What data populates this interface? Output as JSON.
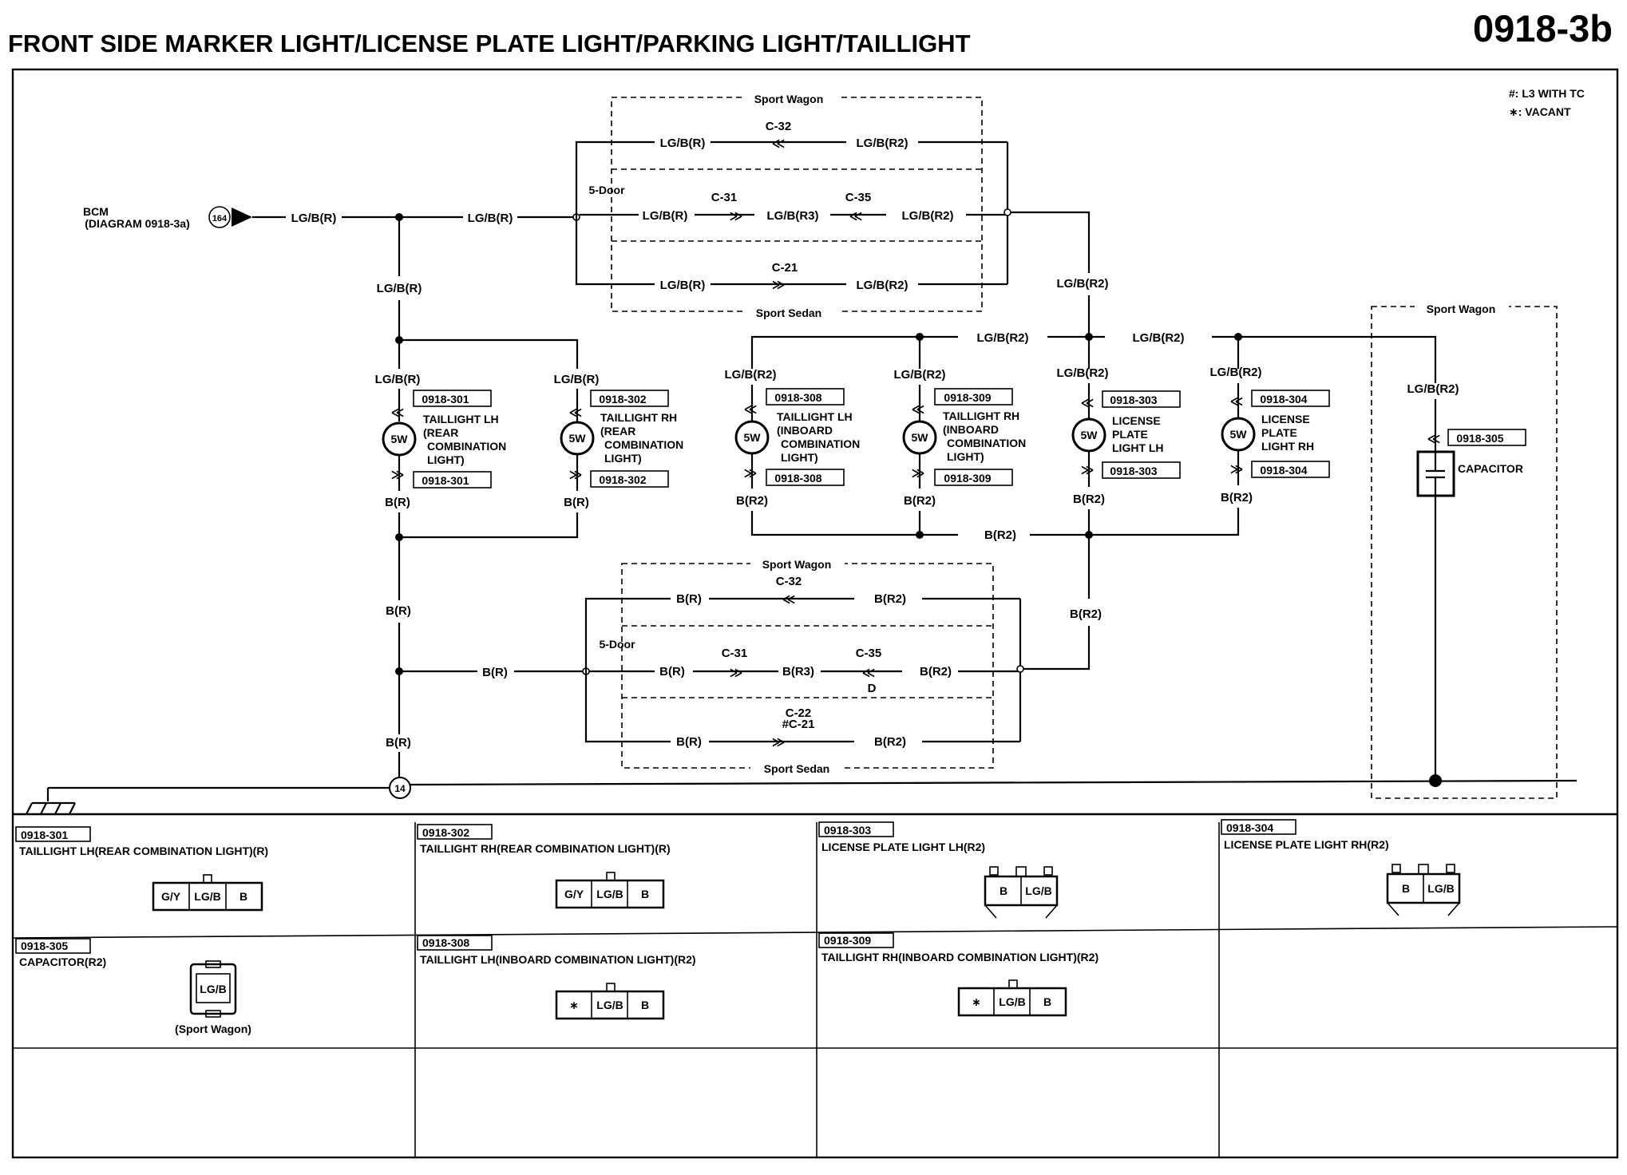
{
  "header": {
    "title": "FRONT SIDE MARKER LIGHT/LICENSE PLATE LIGHT/PARKING LIGHT/TAILLIGHT",
    "page_number": "0918-3b"
  },
  "legend": {
    "hash": "#: L3 WITH TC",
    "star": "∗: VACANT"
  },
  "source": {
    "name": "BCM",
    "diagram_ref": "(DIAGRAM  0918-3a)",
    "terminal": "164",
    "wire": "LG/B(R)"
  },
  "wires": {
    "lgbr": "LG/B(R)",
    "lgbr2": "LG/B(R2)",
    "lgbr3": "LG/B(R3)",
    "br": "B(R)",
    "br2": "B(R2)",
    "br3": "B(R3)"
  },
  "variants": {
    "sport_wagon": "Sport Wagon",
    "sport_sedan": "Sport Sedan",
    "five_door": "5-Door"
  },
  "connectors": {
    "c32": "C-32",
    "c31": "C-31",
    "c35": "C-35",
    "c21": "C-21",
    "c22": "C-22",
    "c21_hash": "#C-21",
    "d": "D"
  },
  "bulbs": [
    {
      "rating": "5W",
      "ref": "0918-301",
      "name": "TAILLIGHT LH",
      "desc": [
        "TAILLIGHT LH",
        "(REAR",
        "COMBINATION",
        "LIGHT)"
      ]
    },
    {
      "rating": "5W",
      "ref": "0918-302",
      "name": "TAILLIGHT RH",
      "desc": [
        "TAILLIGHT RH",
        "(REAR",
        "COMBINATION",
        "LIGHT)"
      ]
    },
    {
      "rating": "5W",
      "ref": "0918-308",
      "name": "TAILLIGHT LH",
      "desc": [
        "TAILLIGHT LH",
        "(INBOARD",
        "COMBINATION",
        "LIGHT)"
      ]
    },
    {
      "rating": "5W",
      "ref": "0918-309",
      "name": "TAILLIGHT RH",
      "desc": [
        "TAILLIGHT RH",
        "(INBOARD",
        "COMBINATION",
        "LIGHT)"
      ]
    },
    {
      "rating": "5W",
      "ref": "0918-303",
      "name": "LICENSE PLATE LIGHT LH",
      "desc": [
        "LICENSE",
        "PLATE",
        "LIGHT LH"
      ]
    },
    {
      "rating": "5W",
      "ref": "0918-304",
      "name": "LICENSE PLATE LIGHT RH",
      "desc": [
        "LICENSE",
        "PLATE",
        "LIGHT RH"
      ]
    }
  ],
  "capacitor": {
    "ref": "0918-305",
    "name": "CAPACITOR",
    "wire": "LG/B(R2)"
  },
  "ground": {
    "point": "14"
  },
  "connector_table": [
    {
      "ref": "0918-301",
      "title": "TAILLIGHT LH(REAR COMBINATION LIGHT)(R)",
      "pins": [
        "G/Y",
        "LG/B",
        "B"
      ]
    },
    {
      "ref": "0918-302",
      "title": "TAILLIGHT RH(REAR COMBINATION LIGHT)(R)",
      "pins": [
        "G/Y",
        "LG/B",
        "B"
      ]
    },
    {
      "ref": "0918-303",
      "title": "LICENSE PLATE LIGHT LH(R2)",
      "pins": [
        "B",
        "LG/B"
      ]
    },
    {
      "ref": "0918-304",
      "title": "LICENSE PLATE LIGHT RH(R2)",
      "pins": [
        "B",
        "LG/B"
      ]
    },
    {
      "ref": "0918-305",
      "title": "CAPACITOR(R2)",
      "pins": [
        "LG/B"
      ],
      "note": "(Sport Wagon)"
    },
    {
      "ref": "0918-308",
      "title": "TAILLIGHT LH(INBOARD COMBINATION LIGHT)(R2)",
      "pins": [
        "∗",
        "LG/B",
        "B"
      ]
    },
    {
      "ref": "0918-309",
      "title": "TAILLIGHT RH(INBOARD COMBINATION LIGHT)(R2)",
      "pins": [
        "∗",
        "LG/B",
        "B"
      ]
    }
  ]
}
